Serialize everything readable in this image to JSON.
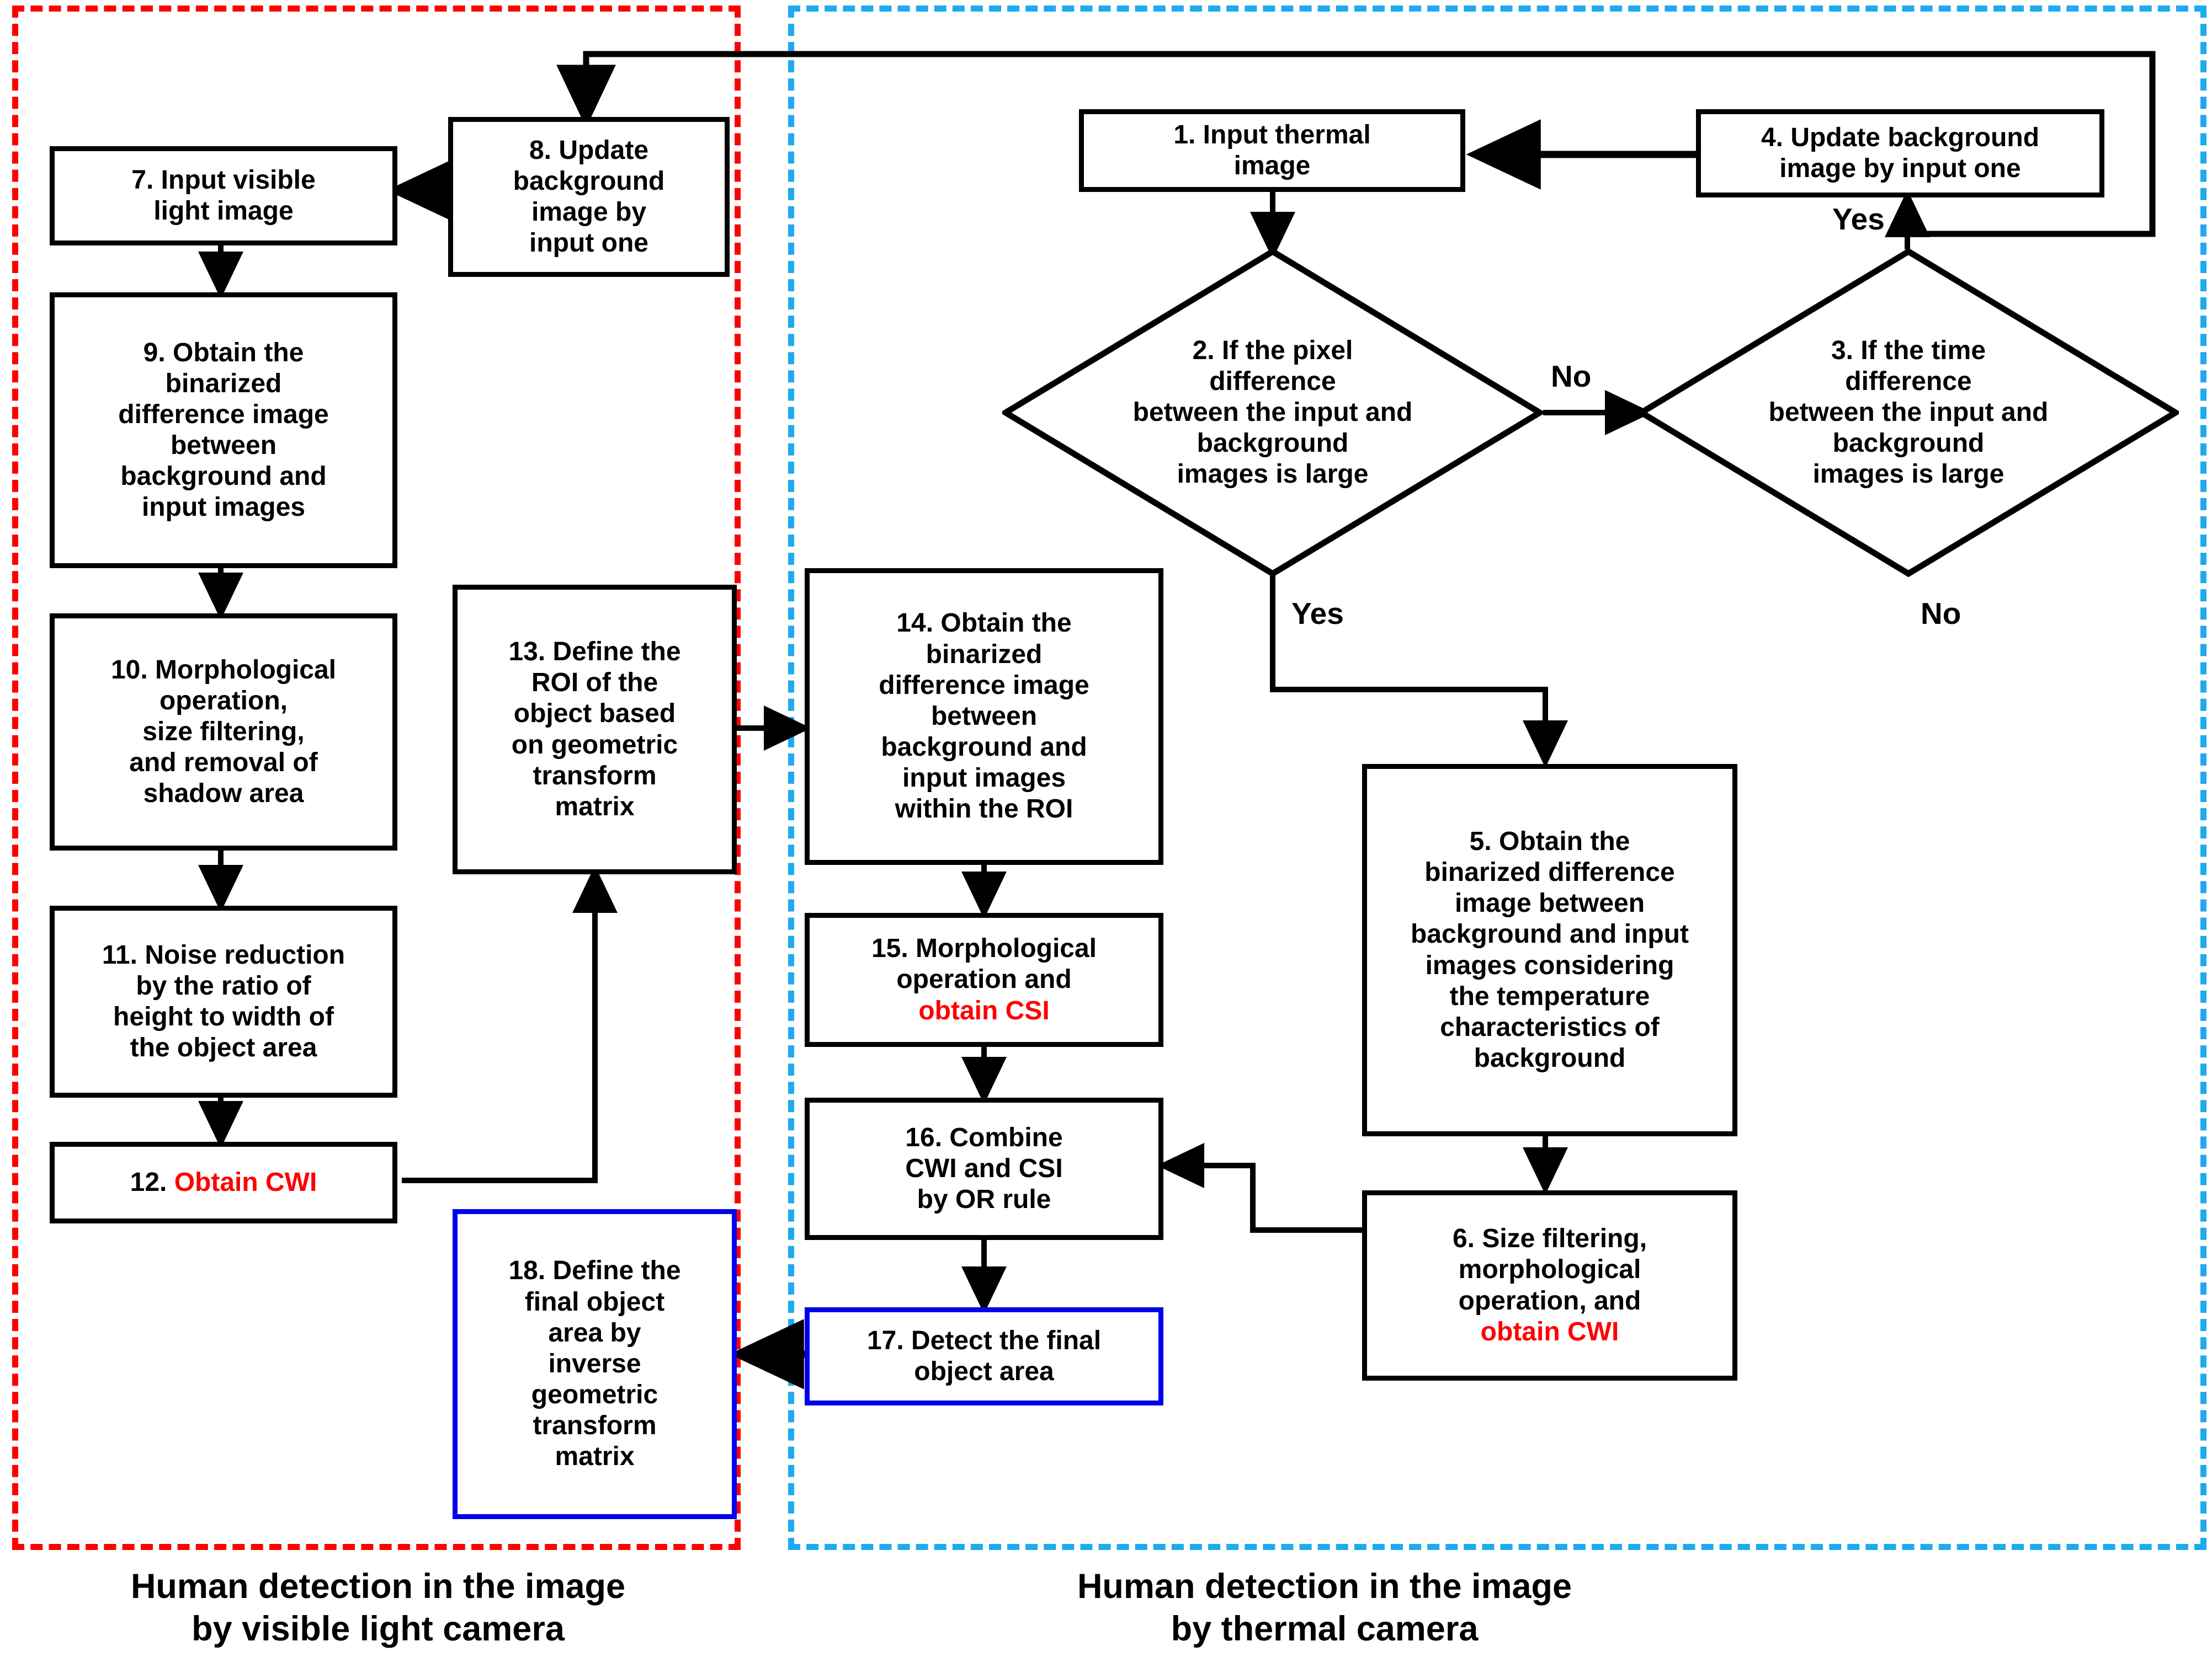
{
  "diagram": {
    "title_hidden": "",
    "colors": {
      "visible_panel_border": "#ff0000",
      "thermal_panel_border": "#1eaaf0",
      "node_border": "#000000",
      "final_node_border": "#0000ee",
      "highlight_text": "#ff0000"
    }
  },
  "panels": {
    "visible": {
      "caption": "Human detection in the image\nby visible light camera"
    },
    "thermal": {
      "caption": "Human detection in the image\nby thermal camera"
    }
  },
  "nodes": {
    "n1": {
      "id": "1",
      "label": "1. Input thermal\nimage"
    },
    "n4": {
      "id": "4",
      "label": "4. Update background\nimage by input one"
    },
    "n5": {
      "id": "5",
      "label": "5. Obtain the\nbinarized difference\nimage between\nbackground and input\nimages considering\nthe temperature\ncharacteristics of\nbackground"
    },
    "n6": {
      "id": "6",
      "label_plain": "6. Size filtering,\nmorphological\noperation, and\n",
      "label_red": "obtain CWI"
    },
    "n7": {
      "id": "7",
      "label": "7. Input visible\nlight image"
    },
    "n8": {
      "id": "8",
      "label": "8. Update\nbackground\nimage by\ninput one"
    },
    "n9": {
      "id": "9",
      "label": "9. Obtain the\nbinarized\ndifference image\nbetween\nbackground and\ninput images"
    },
    "n10": {
      "id": "10",
      "label": "10. Morphological\noperation,\nsize filtering,\nand removal of\nshadow area"
    },
    "n11": {
      "id": "11",
      "label": "11. Noise reduction\nby the ratio of\nheight to width of\nthe object area"
    },
    "n12": {
      "id": "12",
      "label_plain": "12. ",
      "label_red": "Obtain CWI"
    },
    "n13": {
      "id": "13",
      "label": "13. Define the\nROI of the\nobject based\non geometric\ntransform\nmatrix"
    },
    "n14": {
      "id": "14",
      "label": "14. Obtain the\nbinarized\ndifference image\nbetween\nbackground and\ninput images\nwithin the ROI"
    },
    "n15": {
      "id": "15",
      "label_plain": "15. Morphological\noperation and\n",
      "label_red": "obtain CSI"
    },
    "n16": {
      "id": "16",
      "label": "16. Combine\nCWI and CSI\nby OR rule"
    },
    "n17": {
      "id": "17",
      "label": "17. Detect the final\nobject area"
    },
    "n18": {
      "id": "18",
      "label": "18. Define the\nfinal object\narea by\ninverse\ngeometric\ntransform\nmatrix"
    }
  },
  "decisions": {
    "d2": {
      "id": "2",
      "label": "2. If  the pixel\ndifference\nbetween the input and\nbackground\nimages is large"
    },
    "d3": {
      "id": "3",
      "label": "3. If  the time\ndifference\nbetween the input and\nbackground\nimages is large"
    }
  },
  "edge_labels": {
    "d2_no": "No",
    "d2_yes": "Yes",
    "d3_yes": "Yes",
    "d3_no": "No"
  }
}
